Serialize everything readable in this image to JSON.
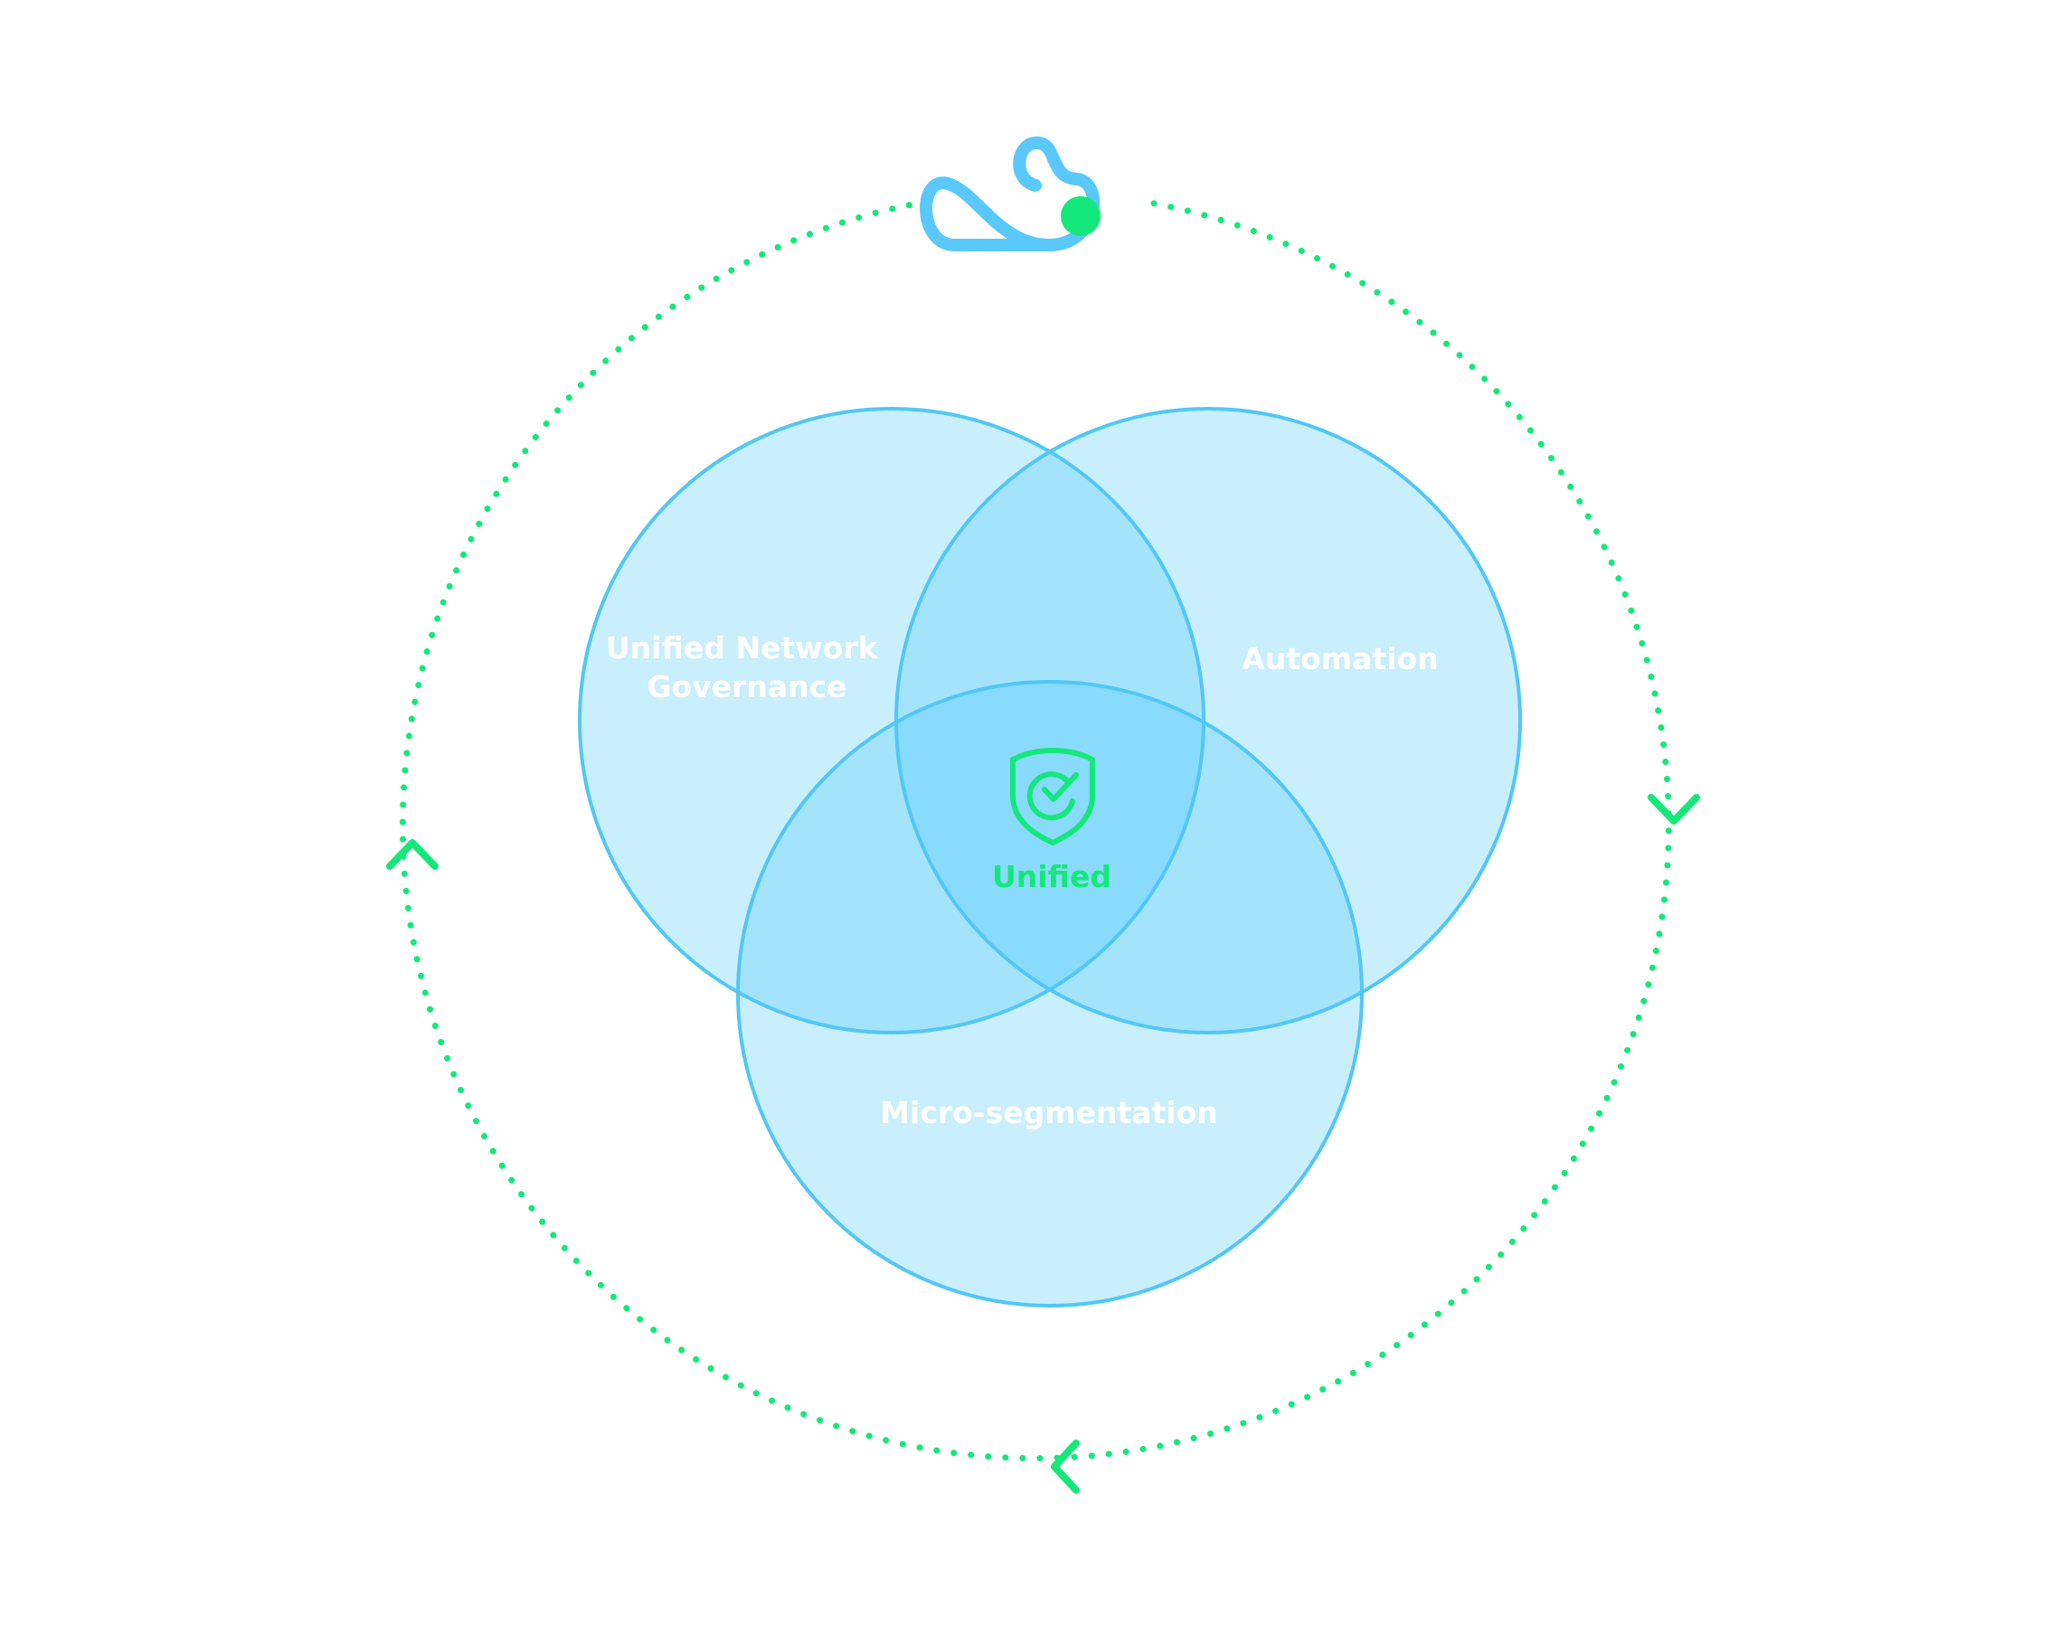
{
  "diagram": {
    "circles": [
      {
        "id": "governance",
        "label_lines": [
          "Unified Network",
          "Governance"
        ]
      },
      {
        "id": "automation",
        "label_lines": [
          "Automation"
        ]
      },
      {
        "id": "microseg",
        "label_lines": [
          "Micro-segmentation"
        ]
      }
    ],
    "center": {
      "label": "Unified",
      "icon": "shield-check-icon"
    },
    "logo": {
      "icon": "cloud-logo-icon"
    },
    "cycle": {
      "arrows": [
        "chevron-down-icon",
        "chevron-left-icon",
        "chevron-up-icon"
      ]
    }
  },
  "colors": {
    "circle_fill": "#c9eefc",
    "overlap2_fill": "#a3e4fb",
    "overlap3_fill": "#88dbfc",
    "circle_stroke": "#52c7f5",
    "accent_green": "#14e87a",
    "logo_blue": "#5ac8fa",
    "label_white": "#ffffff"
  }
}
